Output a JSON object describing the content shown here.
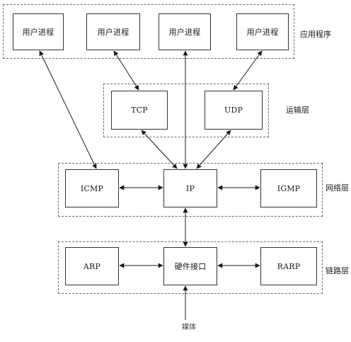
{
  "layers": {
    "application": {
      "label": "应用程序",
      "boxes": [
        "用户进程",
        "用户进程",
        "用户进程",
        "用户进程"
      ]
    },
    "transport": {
      "label": "运输层",
      "boxes": [
        "TCP",
        "UDP"
      ]
    },
    "network": {
      "label": "网络层",
      "boxes": [
        "ICMP",
        "IP",
        "IGMP"
      ]
    },
    "link": {
      "label": "链路层",
      "boxes": [
        "ARP",
        "硬件接口",
        "RARP"
      ]
    }
  },
  "medium": {
    "label": "媒体"
  },
  "colors": {
    "line": "#1a1a1a",
    "dashed_border": "#6b6b6b"
  }
}
